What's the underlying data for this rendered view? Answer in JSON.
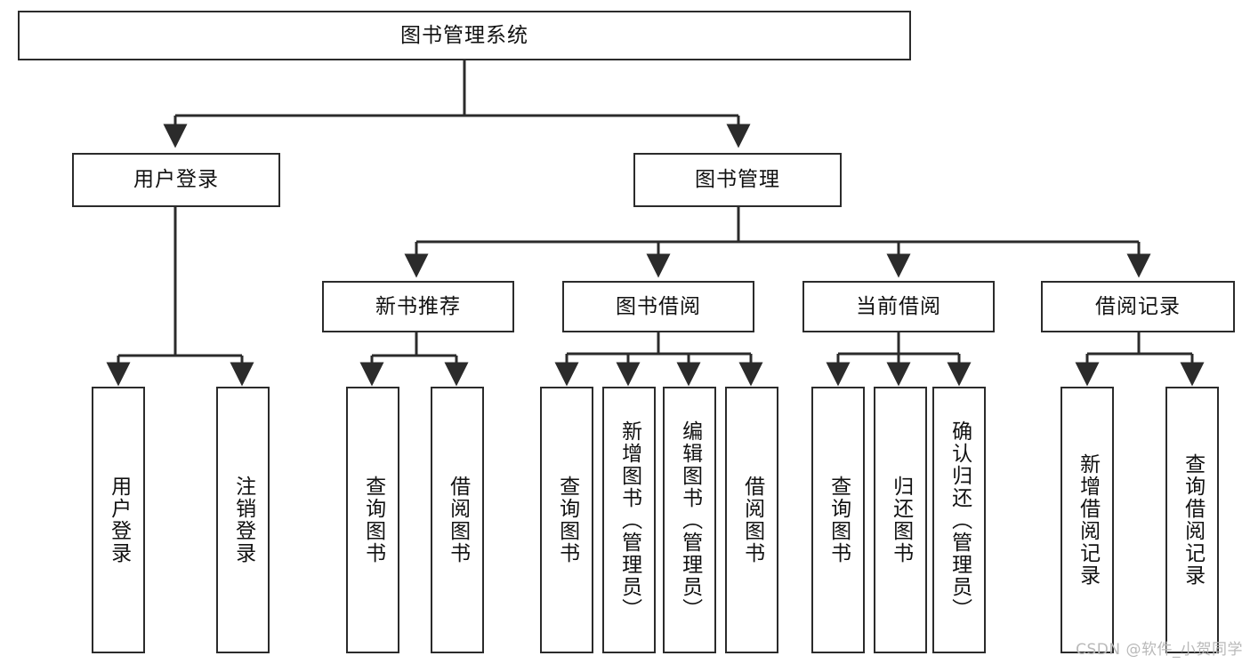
{
  "diagram": {
    "title": "图书管理系统",
    "watermark": "CSDN @软件_小贺同学",
    "colors": {
      "border": "#2b2b2b",
      "background": "#ffffff",
      "text": "#111111",
      "watermark": "#b9b9b9"
    },
    "nodes": {
      "root": {
        "label": "图书管理系统",
        "level": 1,
        "orientation": "horizontal"
      },
      "user_login": {
        "label": "用户登录",
        "level": 2,
        "orientation": "horizontal"
      },
      "book_manage": {
        "label": "图书管理",
        "level": 2,
        "orientation": "horizontal"
      },
      "new_book_rec": {
        "label": "新书推荐",
        "level": 3,
        "orientation": "horizontal"
      },
      "book_borrow": {
        "label": "图书借阅",
        "level": 3,
        "orientation": "horizontal"
      },
      "current_borrow": {
        "label": "当前借阅",
        "level": 3,
        "orientation": "horizontal"
      },
      "borrow_record": {
        "label": "借阅记录",
        "level": 3,
        "orientation": "horizontal"
      },
      "leaf_user_login": {
        "label": "用户登录",
        "level": 4,
        "orientation": "vertical"
      },
      "leaf_logout": {
        "label": "注销登录",
        "level": 4,
        "orientation": "vertical"
      },
      "leaf_query_book_1": {
        "label": "查询图书",
        "level": 4,
        "orientation": "vertical"
      },
      "leaf_borrow_book_1": {
        "label": "借阅图书",
        "level": 4,
        "orientation": "vertical"
      },
      "leaf_query_book_2": {
        "label": "查询图书",
        "level": 4,
        "orientation": "vertical"
      },
      "leaf_add_book": {
        "label": "新增图书（管理员）",
        "level": 4,
        "orientation": "vertical"
      },
      "leaf_edit_book": {
        "label": "编辑图书（管理员）",
        "level": 4,
        "orientation": "vertical"
      },
      "leaf_borrow_book_2": {
        "label": "借阅图书",
        "level": 4,
        "orientation": "vertical"
      },
      "leaf_query_book_3": {
        "label": "查询图书",
        "level": 4,
        "orientation": "vertical"
      },
      "leaf_return_book": {
        "label": "归还图书",
        "level": 4,
        "orientation": "vertical"
      },
      "leaf_confirm_return": {
        "label": "确认归还（管理员）",
        "level": 4,
        "orientation": "vertical"
      },
      "leaf_add_record": {
        "label": "新增借阅记录",
        "level": 4,
        "orientation": "vertical"
      },
      "leaf_query_record": {
        "label": "查询借阅记录",
        "level": 4,
        "orientation": "vertical"
      }
    },
    "edges": [
      {
        "from": "root",
        "to": "user_login"
      },
      {
        "from": "root",
        "to": "book_manage"
      },
      {
        "from": "user_login",
        "to": "leaf_user_login"
      },
      {
        "from": "user_login",
        "to": "leaf_logout"
      },
      {
        "from": "book_manage",
        "to": "new_book_rec"
      },
      {
        "from": "book_manage",
        "to": "book_borrow"
      },
      {
        "from": "book_manage",
        "to": "current_borrow"
      },
      {
        "from": "book_manage",
        "to": "borrow_record"
      },
      {
        "from": "new_book_rec",
        "to": "leaf_query_book_1"
      },
      {
        "from": "new_book_rec",
        "to": "leaf_borrow_book_1"
      },
      {
        "from": "book_borrow",
        "to": "leaf_query_book_2"
      },
      {
        "from": "book_borrow",
        "to": "leaf_add_book"
      },
      {
        "from": "book_borrow",
        "to": "leaf_edit_book"
      },
      {
        "from": "book_borrow",
        "to": "leaf_borrow_book_2"
      },
      {
        "from": "current_borrow",
        "to": "leaf_query_book_3"
      },
      {
        "from": "current_borrow",
        "to": "leaf_return_book"
      },
      {
        "from": "current_borrow",
        "to": "leaf_confirm_return"
      },
      {
        "from": "borrow_record",
        "to": "leaf_add_record"
      },
      {
        "from": "borrow_record",
        "to": "leaf_query_record"
      }
    ]
  }
}
